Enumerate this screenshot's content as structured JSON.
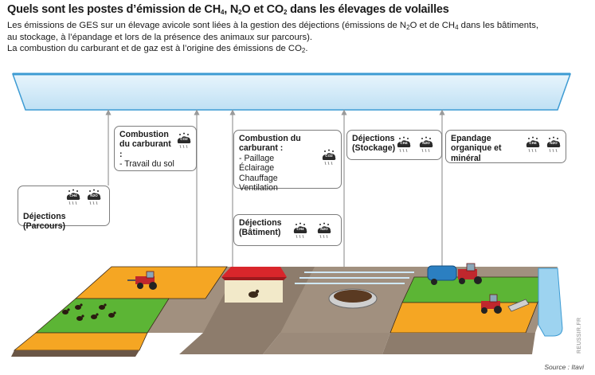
{
  "title": {
    "part1": "Quels sont les postes d’émission de CH",
    "sub1": "4",
    "part2": ", N",
    "sub2": "2",
    "part3": "O et CO",
    "sub3": "2",
    "part4": " dans les élevages de volailles"
  },
  "lead": {
    "line1_a": "Les émissions de GES sur un élevage avicole sont liées à la gestion des déjections (émissions de N",
    "line1_sub1": "2",
    "line1_b": "O et de CH",
    "line1_sub2": "4",
    "line1_c": " dans les bâtiments,",
    "line2": "au stockage, à l’épandage et lors de la présence des animaux sur parcours).",
    "line3_a": "La combustion du carburant et de gaz est à l’origine des émissions de CO",
    "line3_sub": "2",
    "line3_b": "."
  },
  "boxes": {
    "parcours": {
      "title": "Déjections (Parcours)"
    },
    "combustion_sol": {
      "title": "Combustion du carburant :",
      "items": [
        "- Travail du sol"
      ]
    },
    "combustion_batiment": {
      "title": "Combustion du carburant :",
      "items": [
        "- Paillage",
        "Éclairage",
        "Chauffage",
        "Ventilation"
      ]
    },
    "batiment": {
      "title": "Déjections (Bâtiment)"
    },
    "stockage": {
      "title": "Déjections (Stockage)"
    },
    "epandage": {
      "title": "Epandage organique et minéral"
    }
  },
  "gases": {
    "ch4": "CH4",
    "n2o": "N2O",
    "co2": "CO2"
  },
  "credit": "REUSSIR.FR",
  "source": "Source : Itavi",
  "colors": {
    "sky": "#c9e6f7",
    "sky_edge": "#3d9bd3",
    "arrow": "#9a9a9a",
    "field_orange": "#f5a623",
    "field_green": "#5cb535",
    "ground_grey": "#9b8a7a",
    "building_roof": "#d9262b",
    "cloud_dark": "#2a2a2a"
  }
}
